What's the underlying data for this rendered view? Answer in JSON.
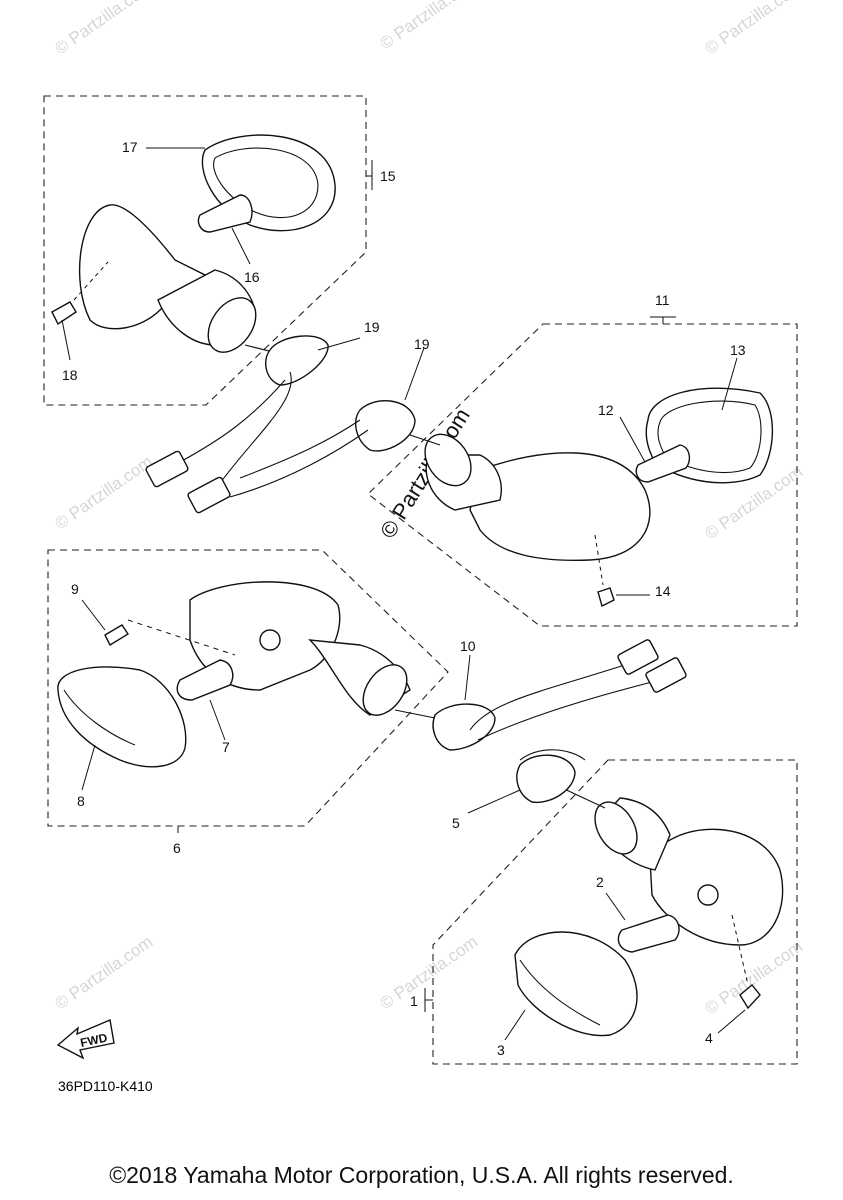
{
  "diagram": {
    "code": "36PD110-K410",
    "fwd_label": "FWD",
    "watermark_text": "© Partzilla.com",
    "callouts": [
      "1",
      "2",
      "3",
      "4",
      "5",
      "6",
      "7",
      "8",
      "9",
      "10",
      "11",
      "12",
      "13",
      "14",
      "15",
      "16",
      "17",
      "18",
      "19",
      "19"
    ]
  },
  "footer": {
    "copyright": "©2018 Yamaha Motor Corporation, U.S.A. All rights reserved."
  }
}
